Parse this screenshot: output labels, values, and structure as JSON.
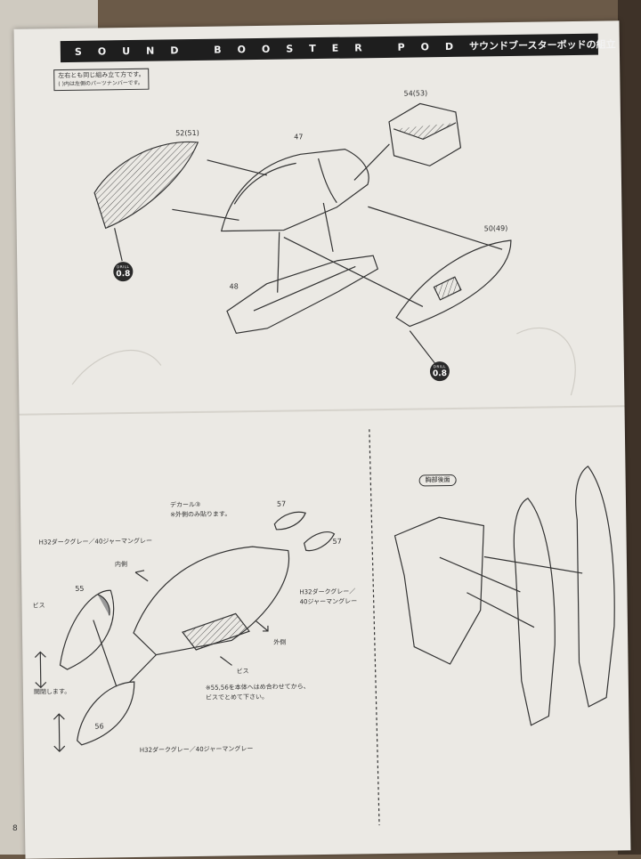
{
  "header": {
    "title": "SOUND BOOSTER POD",
    "title_jp": "サウンドブースターポッドの組立"
  },
  "note": {
    "line1": "左右とも同じ組み立て方です。",
    "line2": "( )内は左側のパーツナンバーです。"
  },
  "parts": {
    "p52": "52(51)",
    "p47": "47",
    "p54": "54(53)",
    "p50": "50(49)",
    "p48": "48",
    "p57a": "57",
    "p57b": "57",
    "p55": "55",
    "p56": "56"
  },
  "drill": {
    "label": "DRILL",
    "size": "0.8"
  },
  "lower": {
    "decal_line1": "デカール③",
    "decal_line2": "※外側のみ貼ります。",
    "paint_top": "H32ダークグレー／40ジャーマングレー",
    "paint_right_1": "H32ダークグレー／",
    "paint_right_2": "40ジャーマングレー",
    "paint_bottom": "H32ダークグレー／40ジャーマングレー",
    "inner": "内側",
    "outer": "外側",
    "screw": "ビス",
    "open": "開閉します。",
    "assembly_note_1": "※55,56を本体へはめ合わせてから、",
    "assembly_note_2": "ビスでとめて下さい。",
    "rear_view": "胸部後面"
  },
  "page_number": "8"
}
